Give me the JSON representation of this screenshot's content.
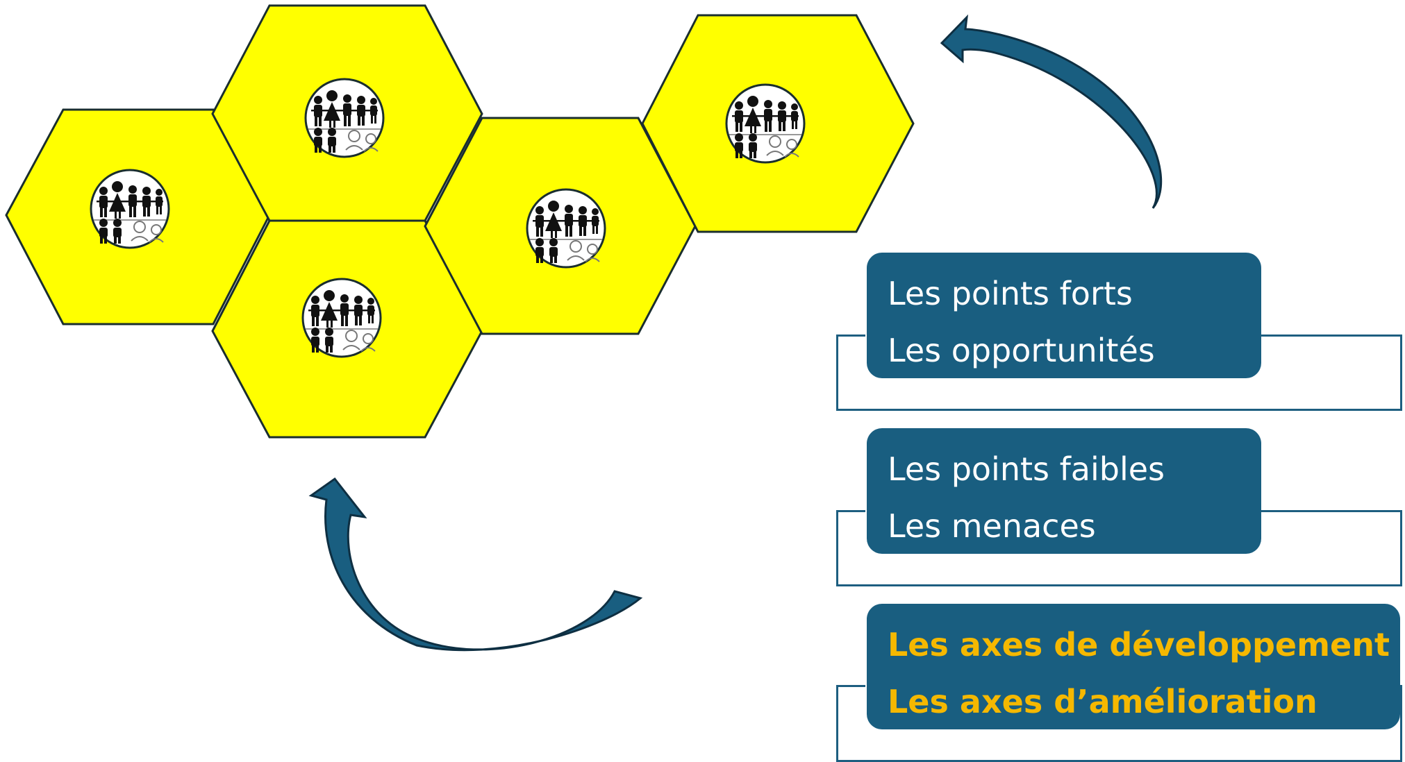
{
  "colors": {
    "hexagon_fill": "#ffff00",
    "hexagon_stroke": "#1a2e2e",
    "box_fill": "#195e80",
    "box_text": "#ffffff",
    "highlight_text": "#f5b800",
    "arrow_fill": "#195e80",
    "arrow_stroke": "#0e2f42"
  },
  "hexagons": [
    {
      "name": "hexagon-1",
      "icon": "community-people-icon"
    },
    {
      "name": "hexagon-2",
      "icon": "community-people-icon"
    },
    {
      "name": "hexagon-3",
      "icon": "community-people-icon"
    },
    {
      "name": "hexagon-4",
      "icon": "community-people-icon"
    },
    {
      "name": "hexagon-5",
      "icon": "community-people-icon"
    }
  ],
  "boxes": [
    {
      "line1": "Les points forts",
      "line2": "Les opportunités",
      "style": "normal"
    },
    {
      "line1": "Les points faibles",
      "line2": "Les menaces",
      "style": "normal"
    },
    {
      "line1": "Les axes de développement",
      "line2": "Les axes d’amélioration",
      "style": "highlight"
    }
  ],
  "arrows": [
    "curved-arrow-icon",
    "curved-arrow-icon"
  ]
}
